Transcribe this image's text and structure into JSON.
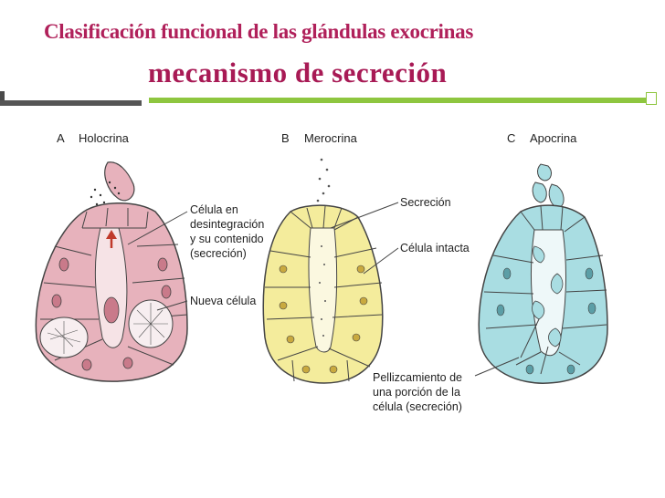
{
  "header": {
    "title": "Clasificación funcional de las glándulas exocrinas",
    "subtitle": "mecanismo de secreción"
  },
  "diagram": {
    "panels": [
      {
        "letter": "A",
        "name": "Holocrina",
        "color": "#e7b2bc"
      },
      {
        "letter": "B",
        "name": "Merocrina",
        "color": "#f4ec9c"
      },
      {
        "letter": "C",
        "name": "Apocrina",
        "color": "#a9dde2"
      }
    ],
    "labels": {
      "celula_desintegracion": [
        "Célula en",
        "desintegración",
        "y su contenido",
        "(secreción)"
      ],
      "nueva_celula": "Nueva célula",
      "secrecion": "Secreción",
      "celula_intacta": "Célula intacta",
      "pellizcamiento": [
        "Pellizcamiento de",
        "una porción de la",
        "célula (secreción)"
      ]
    }
  }
}
